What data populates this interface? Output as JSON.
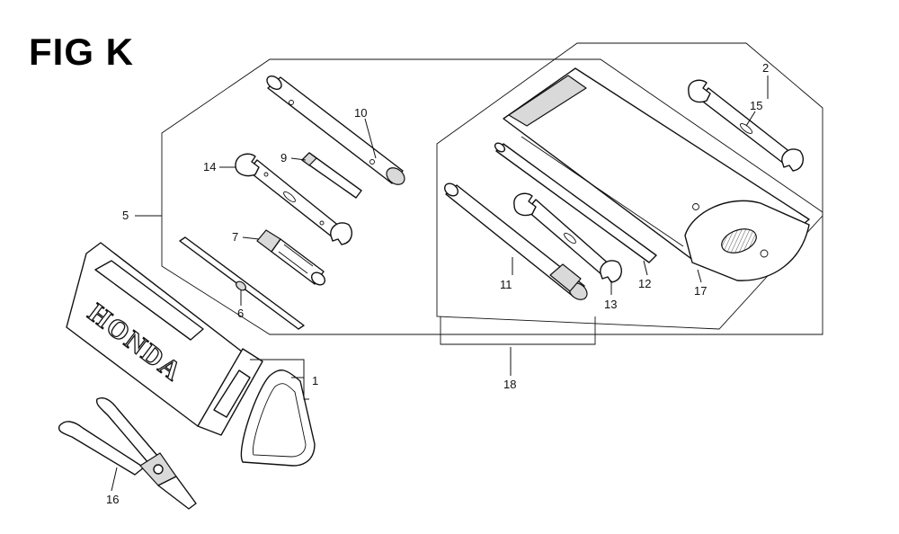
{
  "figure": {
    "title": "FIG K"
  },
  "brand_text": "HONDA",
  "callouts": [
    {
      "id": "1",
      "label": "1"
    },
    {
      "id": "2",
      "label": "2"
    },
    {
      "id": "5",
      "label": "5"
    },
    {
      "id": "6",
      "label": "6"
    },
    {
      "id": "7",
      "label": "7"
    },
    {
      "id": "9",
      "label": "9"
    },
    {
      "id": "10",
      "label": "10"
    },
    {
      "id": "11",
      "label": "11"
    },
    {
      "id": "12",
      "label": "12"
    },
    {
      "id": "13",
      "label": "13"
    },
    {
      "id": "14",
      "label": "14"
    },
    {
      "id": "15",
      "label": "15"
    },
    {
      "id": "16",
      "label": "16"
    },
    {
      "id": "17",
      "label": "17"
    },
    {
      "id": "18",
      "label": "18"
    }
  ]
}
